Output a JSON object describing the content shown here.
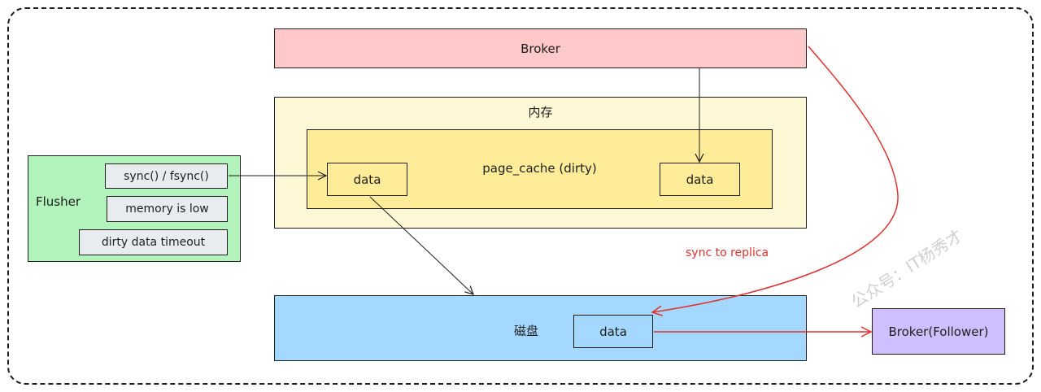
{
  "broker": {
    "label": "Broker"
  },
  "memory": {
    "label": "内存"
  },
  "page_cache": {
    "label": "page_cache (dirty)"
  },
  "memory_data_left": {
    "label": "data"
  },
  "memory_data_right": {
    "label": "data"
  },
  "flusher": {
    "label": "Flusher",
    "triggers": [
      "sync() / fsync()",
      "memory is low",
      "dirty data timeout"
    ]
  },
  "disk": {
    "label": "磁盘",
    "data_label": "data"
  },
  "follower": {
    "label": "Broker(Follower)"
  },
  "sync_label": "sync to replica",
  "watermark": "公众号：IT杨秀才",
  "colors": {
    "broker": "#ffc9c9",
    "memory": "#fff8d6",
    "page_cache": "#ffec99",
    "disk": "#a5d8ff",
    "flusher": "#b2f2bb",
    "trigger_chip": "#e9ecef",
    "follower": "#d0bfff",
    "replication_arrow": "#e03131"
  }
}
